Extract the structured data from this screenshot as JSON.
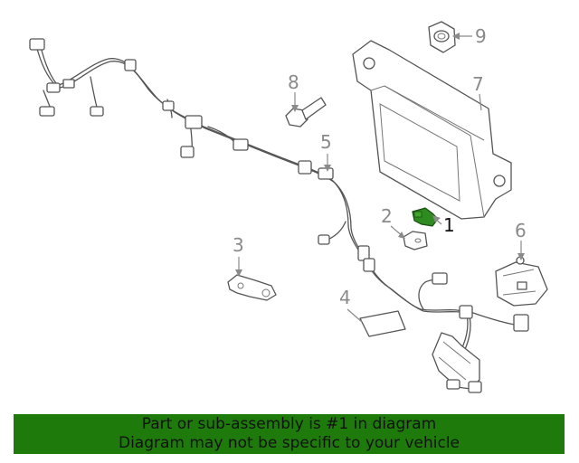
{
  "diagram": {
    "callouts": {
      "c1": "1",
      "c2": "2",
      "c3": "3",
      "c4": "4",
      "c5": "5",
      "c6": "6",
      "c7": "7",
      "c8": "8",
      "c9": "9"
    },
    "highlight_color": "#2e8b1f"
  },
  "banner": {
    "line1": "Part or sub-assembly is #1 in diagram",
    "line2": "Diagram may not be specific to your vehicle",
    "background_color": "#1f7a0c"
  }
}
